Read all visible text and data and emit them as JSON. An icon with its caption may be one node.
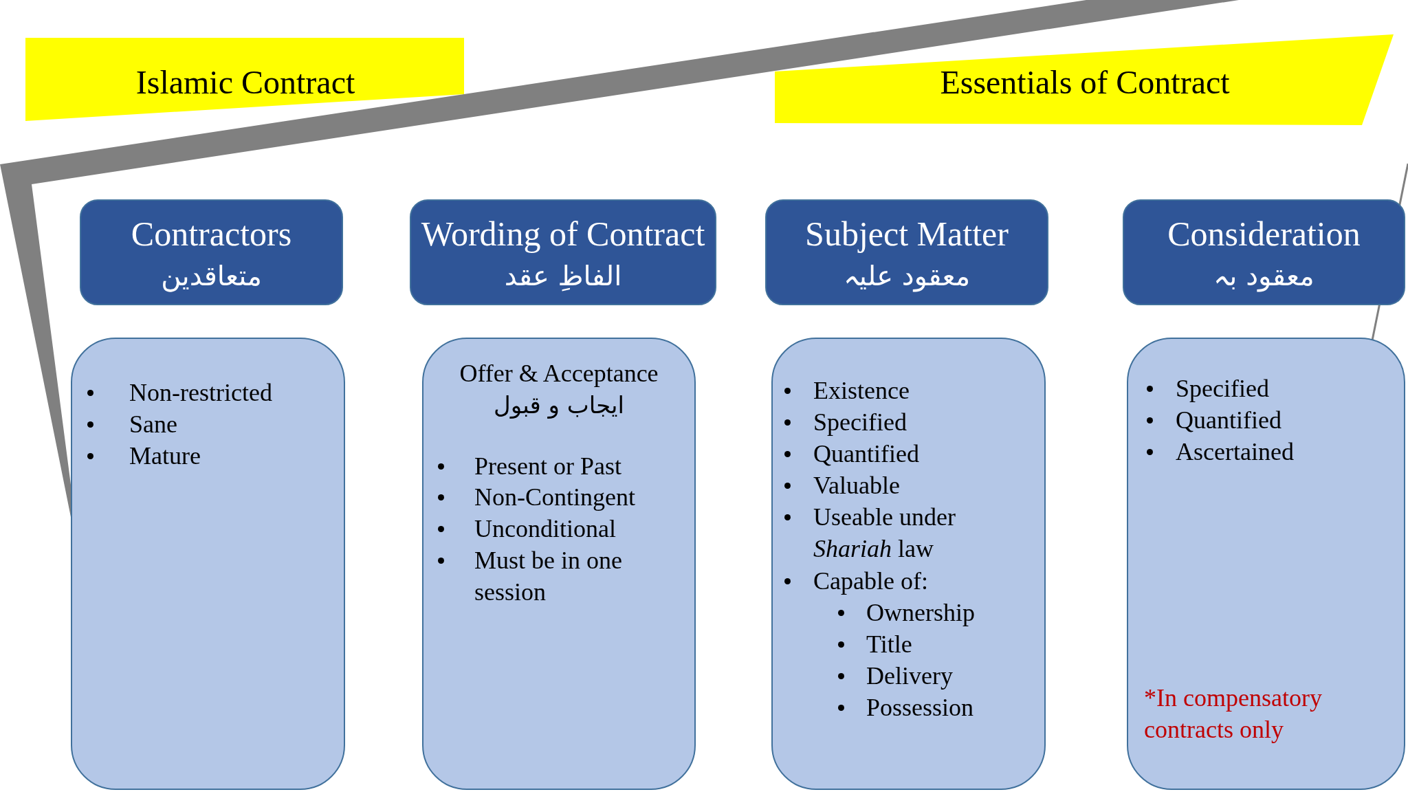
{
  "diagram": {
    "nodes": [
      {
        "text": [
          "Islamic Contract"
        ]
      },
      {
        "text": [
          "Essentials of Contract"
        ]
      },
      {
        "text": [
          "Contractors",
          "متعاقدين"
        ]
      },
      {
        "text": [
          "Wording of Contract",
          "الفاظِ عقد"
        ]
      },
      {
        "text": [
          "Subject Matter",
          "معقود عليہ"
        ]
      },
      {
        "text": [
          "Consideration",
          "معقود بہ"
        ]
      },
      {
        "text": [
          "Non-restricted",
          "Sane",
          "Mature"
        ]
      },
      {
        "text": [
          "Offer & Acceptance",
          "ايجاب و قبول",
          "Present or Past",
          "Non-Contingent",
          "Unconditional",
          "Must be in one session"
        ]
      },
      {
        "text": [
          "Existence",
          "Specified",
          "Quantified",
          "Valuable",
          "Useable under *Shariah* law",
          "Capable of:",
          "Ownership",
          "Title",
          "Delivery",
          "Possession"
        ]
      },
      {
        "text": [
          "Specified",
          "Quantified",
          "Ascertained",
          "*In compensatory contracts only"
        ]
      }
    ]
  }
}
